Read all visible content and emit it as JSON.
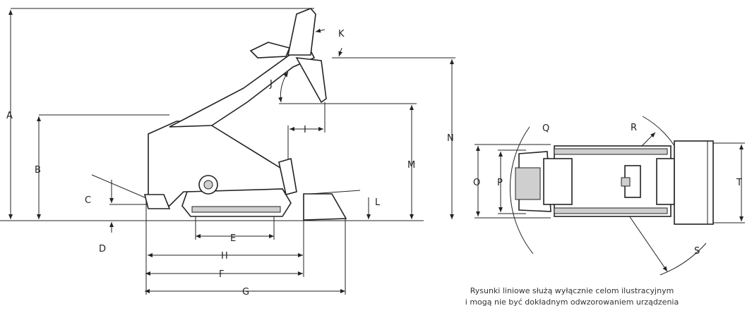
{
  "dimension_labels": {
    "A": "A",
    "B": "B",
    "C": "C",
    "D": "D",
    "E": "E",
    "F": "F",
    "G": "G",
    "H": "H",
    "I": "I",
    "J": "J",
    "K": "K",
    "L": "L",
    "M": "M",
    "N": "N",
    "O": "O",
    "P": "P",
    "Q": "Q",
    "R": "R",
    "S": "S",
    "T": "T"
  },
  "caption": {
    "line1": "Rysunki liniowe służą wyłącznie celom ilustracyjnym",
    "line2": "i mogą nie być dokładnym odwzorowaniem urządzenia"
  }
}
